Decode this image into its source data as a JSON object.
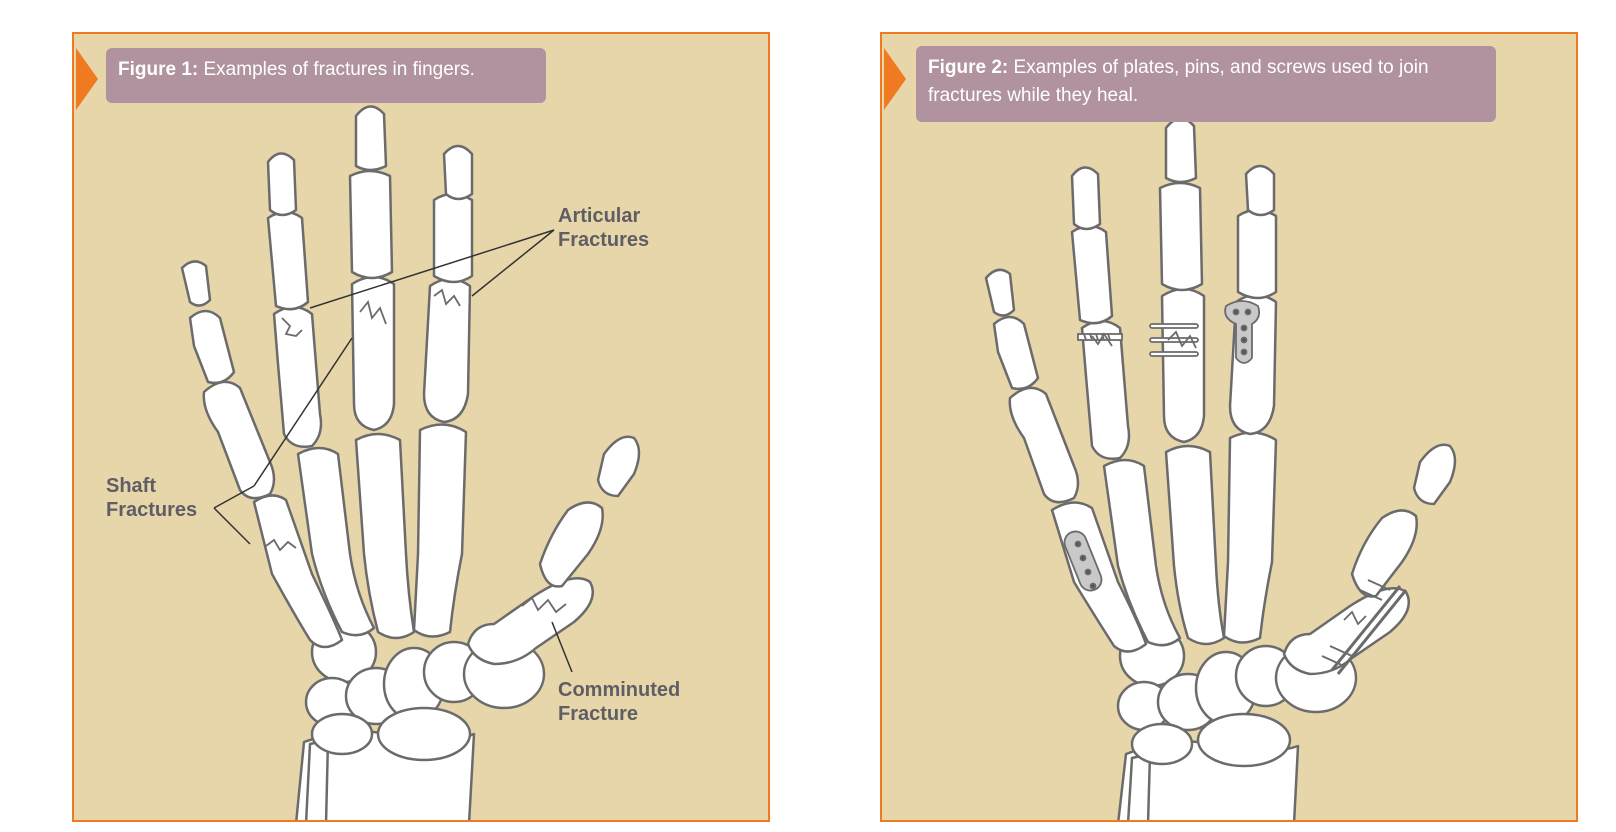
{
  "figure1": {
    "caption_label": "Figure 1:",
    "caption_text": " Examples of fractures in fingers.",
    "labels": {
      "articular_line1": "Articular",
      "articular_line2": "Fractures",
      "shaft_line1": "Shaft",
      "shaft_line2": "Fractures",
      "comminuted_line1": "Comminuted",
      "comminuted_line2": "Fracture"
    }
  },
  "figure2": {
    "caption_label": "Figure 2:",
    "caption_text": " Examples of plates, pins, and screws used to join fractures while they heal."
  },
  "colors": {
    "panel_background": "#e8d6ab",
    "panel_border": "#ef7a22",
    "caption_background": "#b0939e",
    "bone_fill": "#ffffff",
    "bone_outline": "#6b6b6b",
    "label_text": "#5e5e64"
  }
}
